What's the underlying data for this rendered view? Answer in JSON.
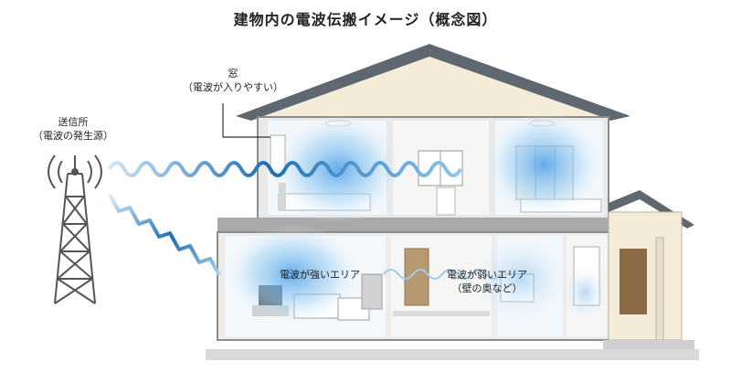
{
  "title": "建物内の電波伝搬イメージ（概念図）",
  "labels": {
    "window_title": "窓",
    "window_note": "（電波が入りやすい）",
    "tower_title": "送信所",
    "tower_note": "（電波の発生源）",
    "strong_area": "電波が強いエリア",
    "weak_area": "電波が弱いエリア",
    "weak_note": "（壁の奥など）"
  },
  "colors": {
    "wave_dark": "#1f6fb5",
    "wave_light": "#8fc6ea",
    "glow": "#5aa8e6",
    "wall": "#9a9a9a",
    "roof": "#5f6770"
  }
}
